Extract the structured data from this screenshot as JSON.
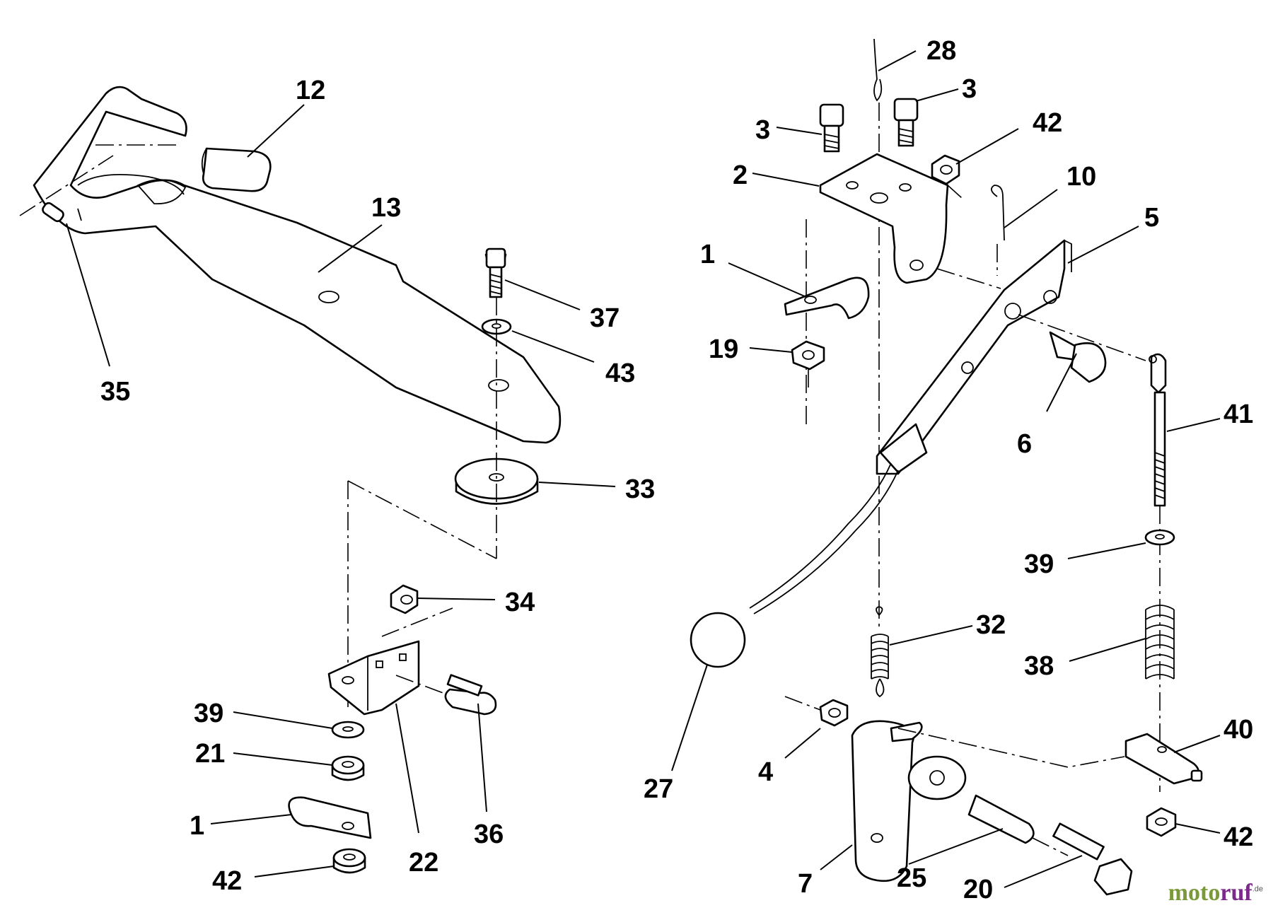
{
  "diagram": {
    "labels": [
      {
        "id": "lbl-12",
        "text": "12"
      },
      {
        "id": "lbl-13",
        "text": "13"
      },
      {
        "id": "lbl-35",
        "text": "35"
      },
      {
        "id": "lbl-37",
        "text": "37"
      },
      {
        "id": "lbl-43",
        "text": "43"
      },
      {
        "id": "lbl-33",
        "text": "33"
      },
      {
        "id": "lbl-34",
        "text": "34"
      },
      {
        "id": "lbl-39a",
        "text": "39"
      },
      {
        "id": "lbl-21",
        "text": "21"
      },
      {
        "id": "lbl-1a",
        "text": "1"
      },
      {
        "id": "lbl-42a",
        "text": "42"
      },
      {
        "id": "lbl-22",
        "text": "22"
      },
      {
        "id": "lbl-36",
        "text": "36"
      },
      {
        "id": "lbl-28",
        "text": "28"
      },
      {
        "id": "lbl-3a",
        "text": "3"
      },
      {
        "id": "lbl-3b",
        "text": "3"
      },
      {
        "id": "lbl-42b",
        "text": "42"
      },
      {
        "id": "lbl-2",
        "text": "2"
      },
      {
        "id": "lbl-10",
        "text": "10"
      },
      {
        "id": "lbl-5",
        "text": "5"
      },
      {
        "id": "lbl-1b",
        "text": "1"
      },
      {
        "id": "lbl-19",
        "text": "19"
      },
      {
        "id": "lbl-6",
        "text": "6"
      },
      {
        "id": "lbl-41",
        "text": "41"
      },
      {
        "id": "lbl-39b",
        "text": "39"
      },
      {
        "id": "lbl-32",
        "text": "32"
      },
      {
        "id": "lbl-38",
        "text": "38"
      },
      {
        "id": "lbl-27",
        "text": "27"
      },
      {
        "id": "lbl-4",
        "text": "4"
      },
      {
        "id": "lbl-40",
        "text": "40"
      },
      {
        "id": "lbl-7",
        "text": "7"
      },
      {
        "id": "lbl-25",
        "text": "25"
      },
      {
        "id": "lbl-20",
        "text": "20"
      },
      {
        "id": "lbl-42c",
        "text": "42"
      }
    ]
  },
  "watermark": {
    "part1": "moto",
    "part2": "ruf",
    "suffix": ".de"
  }
}
